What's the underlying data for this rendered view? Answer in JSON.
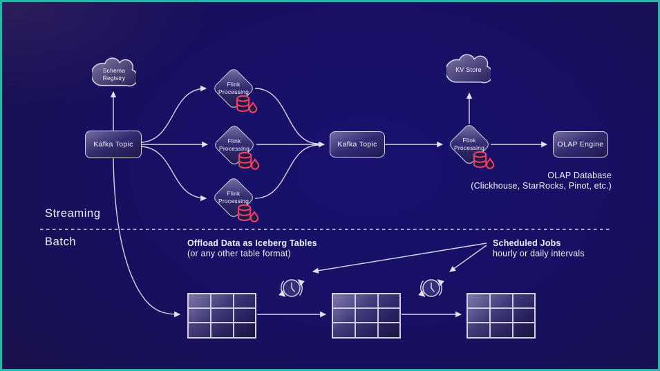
{
  "labels": {
    "streaming": "Streaming",
    "batch": "Batch"
  },
  "nodes": {
    "schema_registry": {
      "line1": "Schema",
      "line2": "Registry"
    },
    "kafka_topic_source": "Kafka Topic",
    "flink": {
      "line1": "Flink",
      "line2": "Processing"
    },
    "kafka_topic_sink": "Kafka Topic",
    "kv_store": "KV Store",
    "olap_engine": "OLAP Engine"
  },
  "notes": {
    "olap_db": {
      "line1": "OLAP Database",
      "line2": "(Clickhouse, StarRocks, Pinot, etc.)"
    },
    "offload": {
      "line1": "Offload Data as Iceberg Tables",
      "line2": "(or any other table format)"
    },
    "scheduled": {
      "line1": "Scheduled Jobs",
      "line2": "hourly or daily intervals"
    }
  },
  "icons": {
    "database": "state-database-icon",
    "clock": "scheduled-job-clock-icon",
    "cloud": "cloud-service-icon"
  },
  "colors": {
    "accent_red": "#ee3f66",
    "line": "#d9d7e6",
    "node_border": "#d6d4e4",
    "frame_teal": "#2db3a9",
    "background_center": "#19126f",
    "background_edge": "#1e1541"
  }
}
